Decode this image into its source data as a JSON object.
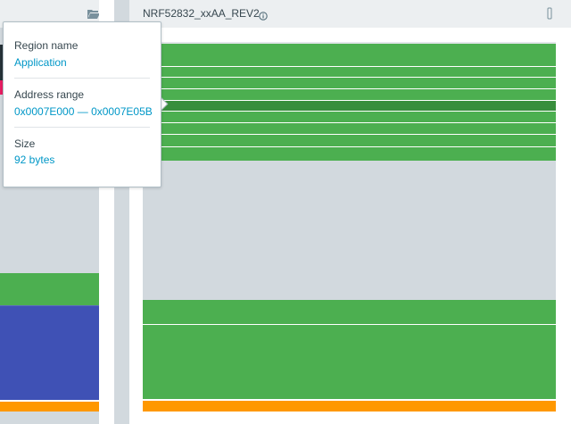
{
  "left_panel": {
    "folder_icon": "folder-open-icon"
  },
  "device": {
    "title": "NRF52832_xxAA_REV2",
    "info_icon": "info-icon",
    "menu_icon": "kebab-menu-icon"
  },
  "tooltip": {
    "region_name_label": "Region name",
    "region_name_value": "Application",
    "address_range_label": "Address range",
    "address_range_value": "0x0007E000 — 0x0007E05B",
    "size_label": "Size",
    "size_value": "92 bytes"
  },
  "colors": {
    "application_green": "#4caf50",
    "highlight_green": "#388e3c",
    "bootloader_blue": "#3f51b5",
    "orange": "#ff9800",
    "empty_gray": "#d2d9de",
    "accent_text": "#0097c7"
  }
}
